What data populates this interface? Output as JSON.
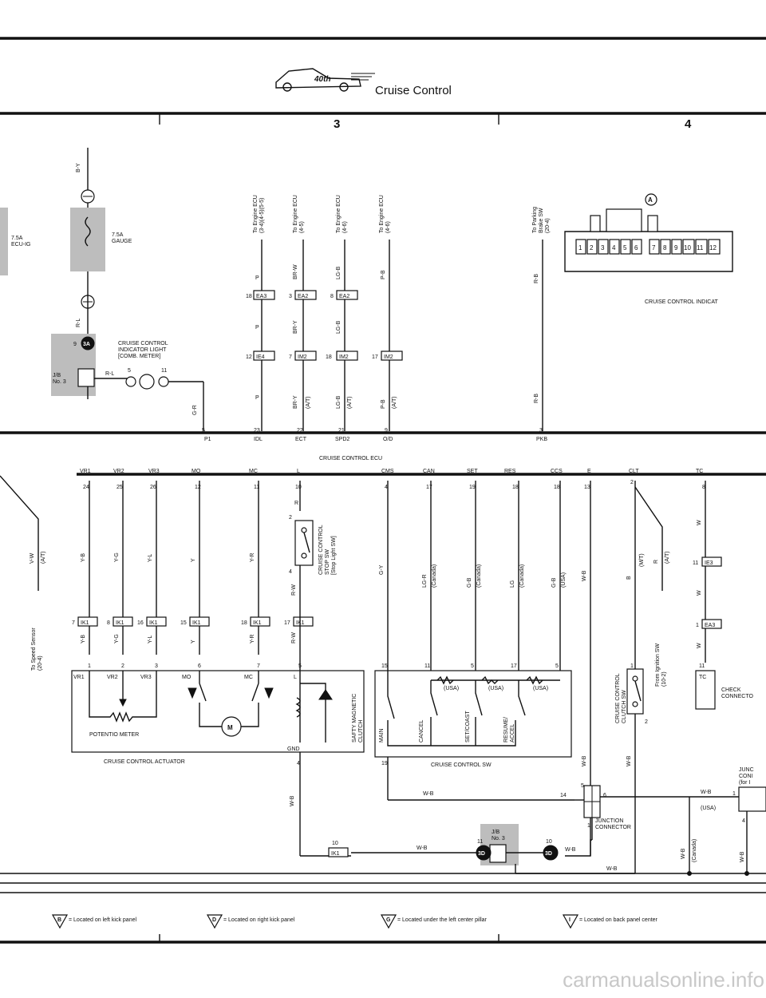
{
  "header": {
    "title": "Cruise Control",
    "logo_text": "40th"
  },
  "columns": {
    "left": "3",
    "right": "4"
  },
  "connectors": [
    "EA3",
    "EA2",
    "EA2",
    "IE4",
    "IM2",
    "IM2",
    "IM2",
    "IK1",
    "IK1",
    "IK1",
    "IK1",
    "IK1",
    "IK1",
    "IK1",
    "IE3",
    "EA3",
    "3D",
    "3D",
    "3A"
  ],
  "fuses": {
    "ecu_ig": "7.5A\nECU-IG",
    "gauge": "7.5A\nGAUGE"
  },
  "labels": {
    "to_engine_ecu_1": "To Engine ECU\n(3-4)(4-5)(5-5)",
    "to_engine_ecu_2": "To Engine ECU\n(4-5)",
    "to_engine_ecu_3": "To Engine ECU\n(4-6)",
    "to_engine_ecu_4": "To Engine ECU\n(4-6)",
    "to_parking_brake": "To Parking\nBrake SW\n(20-4)",
    "indicator_light": "CRUISE CONTROL\nINDICATOR LIGHT\n[COMB. METER]",
    "jb3": "J/B\nNo. 3",
    "cruise_control_ecu": "CRUISE CONTROL ECU",
    "cruise_control_indicator": "CRUISE CONTROL INDICAT",
    "stop_sw": "CRUISE CONTROL\nSTOP SW\n[Stop Light SW]",
    "to_speed_sensor": "To Speed Sensor\n(20-4)",
    "potentio_meter": "POTENTIO METER",
    "actuator": "CRUISE CONTROL ACTUATOR",
    "magnetic_clutch": "SAFTY MAGNETIC\nCLUTCH",
    "gnd": "GND",
    "cruise_control_sw": "CRUISE CONTROL SW",
    "clutch_sw": "CRUISE CONTROL\nCLUTCH SW",
    "from_ignition": "From Ignition SW\n(10-2)",
    "check_connector": "CHECK\nCONNECTO",
    "junction_connector": "JUNCTION\nCONNECTOR",
    "junc_partial": "JUNC\nCONI\n(for I",
    "tc": "TC",
    "usa": "(USA)",
    "circle_a": "A",
    "ecu_pins": [
      "P1",
      "IDL",
      "ECT",
      "SPD2",
      "O/D",
      "PKB"
    ],
    "ecu_terms": [
      "VR1",
      "VR2",
      "VR3",
      "MO",
      "MC",
      "L",
      "CMS",
      "CAN",
      "SET",
      "RES",
      "CCS",
      "E",
      "CLT",
      "TC"
    ],
    "sw_positions": [
      "MAIN",
      "CANCEL",
      "SET/COAST",
      "RESUME/\nACCEL"
    ],
    "sw_region": [
      "(USA)",
      "(USA)",
      "(USA)"
    ]
  },
  "legend": [
    {
      "code": "B",
      "text": "= Located on left kick panel"
    },
    {
      "code": "D",
      "text": "= Located on right kick panel"
    },
    {
      "code": "G",
      "text": "= Located under the left center pillar"
    },
    {
      "code": "I",
      "text": "= Located on back panel center"
    }
  ],
  "watermark": "carmanualsonline.info"
}
